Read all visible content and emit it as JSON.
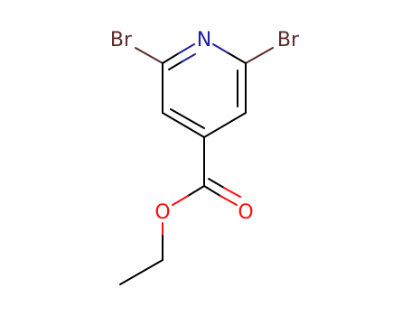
{
  "molecule": {
    "atoms": {
      "br_left": {
        "label": "Br",
        "color": "#5c2b2b"
      },
      "n": {
        "label": "N",
        "color": "#2020a0"
      },
      "br_right": {
        "label": "Br",
        "color": "#5c2b2b"
      },
      "o_ester": {
        "label": "O",
        "color": "#ff0d0d"
      },
      "o_carbonyl": {
        "label": "O",
        "color": "#ff0d0d"
      }
    },
    "colors": {
      "bond": "#000000",
      "bromine": "#5c2b2b",
      "nitrogen": "#2020a0",
      "oxygen": "#ff0d0d"
    }
  }
}
